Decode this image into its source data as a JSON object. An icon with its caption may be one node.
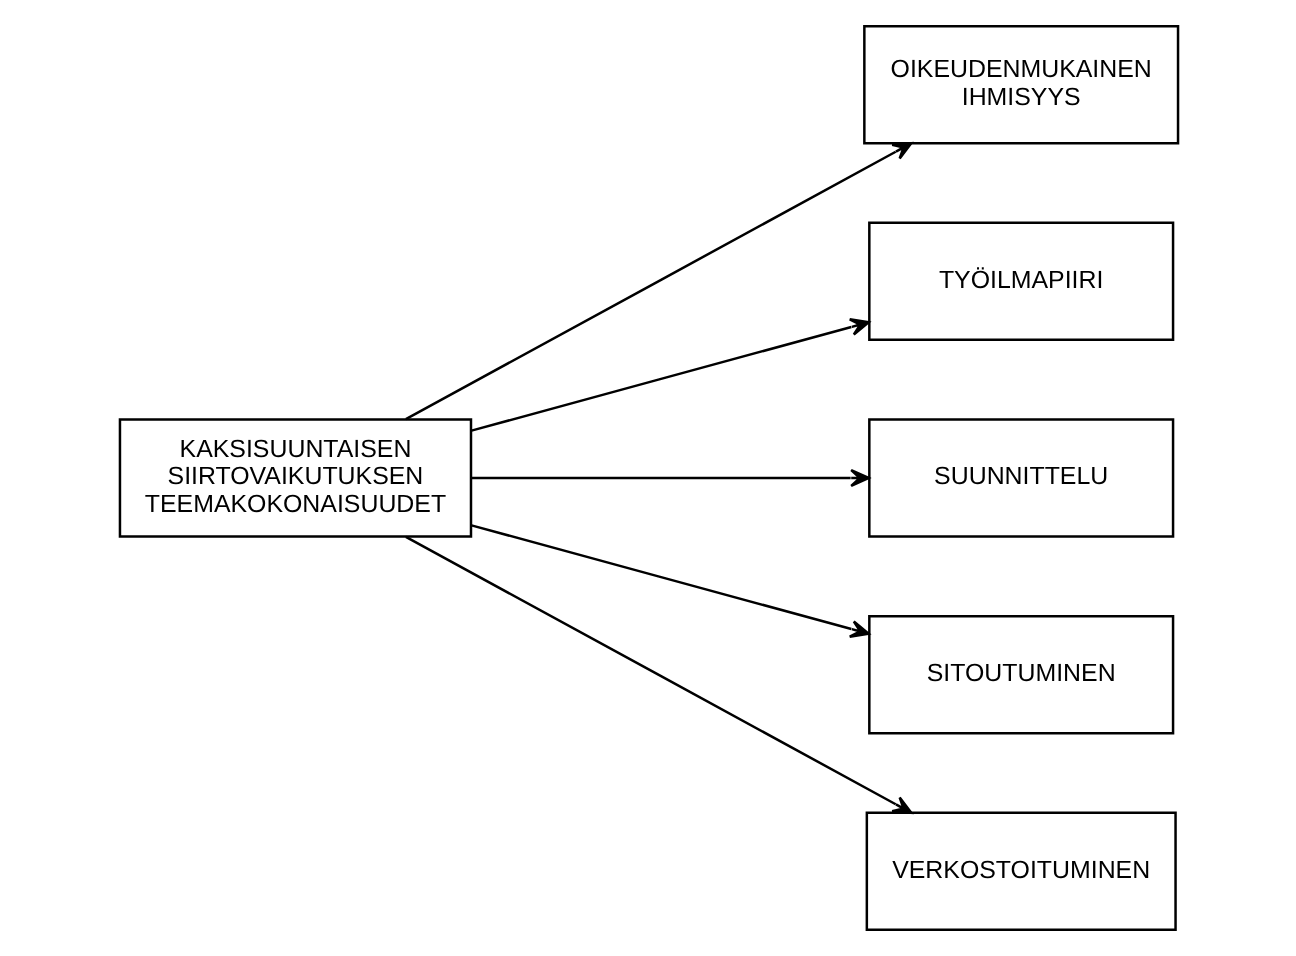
{
  "diagram": {
    "nodes": [
      {
        "text": [
          "KAKSISUUNTAISEN SIIRTOVAIKUTUKSEN TEEMAKOKONAISUUDET"
        ]
      },
      {
        "text": [
          "OIKEUDENMUKAINEN IHMISYYS"
        ]
      },
      {
        "text": [
          "TYÖILMAPIIRI"
        ]
      },
      {
        "text": [
          "SUUNNITTELU"
        ]
      },
      {
        "text": [
          "SITOUTUMINEN"
        ]
      },
      {
        "text": [
          "VERKOSTOITUMINEN"
        ]
      }
    ],
    "edges": [
      {
        "from": 0,
        "to": 1,
        "arrow": "to"
      },
      {
        "from": 0,
        "to": 2,
        "arrow": "to"
      },
      {
        "from": 0,
        "to": 3,
        "arrow": "to"
      },
      {
        "from": 0,
        "to": 4,
        "arrow": "to"
      },
      {
        "from": 0,
        "to": 5,
        "arrow": "to"
      }
    ]
  }
}
